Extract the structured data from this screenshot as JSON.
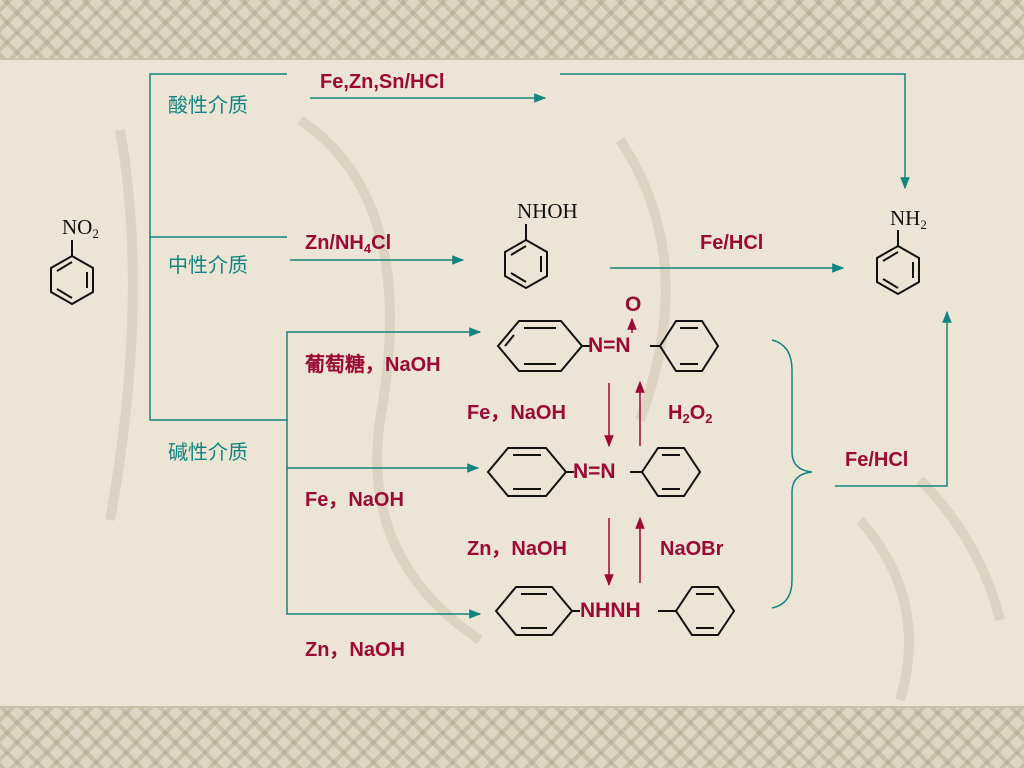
{
  "media": {
    "acidic": "酸性介质",
    "neutral": "中性介质",
    "basic": "碱性介质"
  },
  "reagents": {
    "acid": "Fe,Zn,Sn/HCl",
    "neutral_pre": "Zn/NH",
    "neutral_sub": "4",
    "neutral_post": "Cl",
    "to_amine": "Fe/HCl",
    "glucose": "葡萄糖，NaOH",
    "fe_naoh_left": "Fe，NaOH",
    "zn_naoh_left": "Zn，NaOH",
    "fe_naoh_mid": "Fe，NaOH",
    "h2o2_a": "H",
    "h2o2_b": "2",
    "h2o2_c": "O",
    "h2o2_d": "2",
    "zn_naoh_mid": "Zn，NaOH",
    "naobr": "NaOBr",
    "fe_hcl_right": "Fe/HCl"
  },
  "molecules": {
    "nitro_a": "NO",
    "nitro_b": "2",
    "nhoh": "NHOH",
    "amine_a": "NH",
    "amine_b": "2",
    "azoxy_n": "N=N",
    "azoxy_o": "O",
    "azo_n": "N=N",
    "hydrazo": "NHNH"
  },
  "colors": {
    "teal": "#13847f",
    "red": "#9b0a35",
    "background": "#ece5d6"
  }
}
